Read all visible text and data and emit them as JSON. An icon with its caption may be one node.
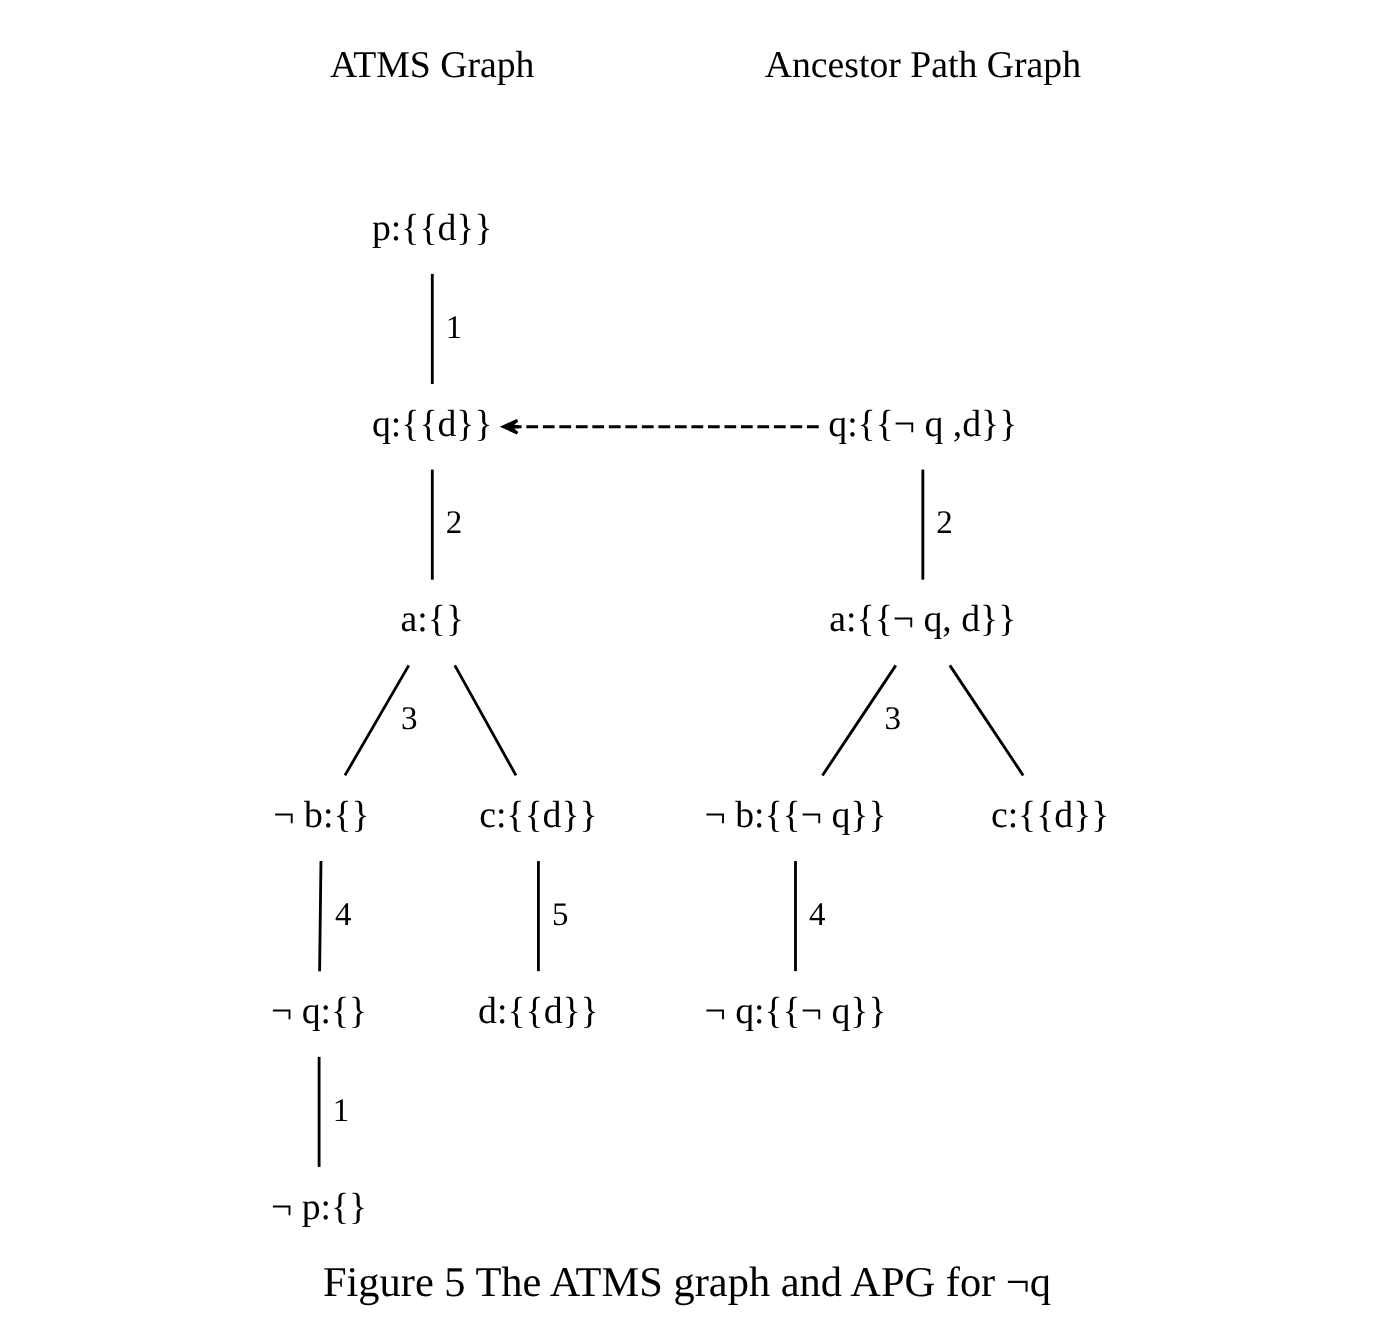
{
  "diagram": {
    "caption": "Figure 5 The ATMS graph and APG for ¬q",
    "nodes": [
      {
        "text": [
          "p:{{d}}"
        ]
      },
      {
        "text": [
          "q:{{d}}"
        ]
      },
      {
        "text": [
          "a:{}"
        ]
      },
      {
        "text": [
          "¬ b:{}"
        ]
      },
      {
        "text": [
          "c:{{d}}"
        ]
      },
      {
        "text": [
          "¬ q:{}"
        ]
      },
      {
        "text": [
          "d:{{d}}"
        ]
      },
      {
        "text": [
          "¬ p:{}"
        ]
      },
      {
        "text": [
          "q:{{¬ q ,d}}"
        ]
      },
      {
        "text": [
          "a:{{¬ q, d}}"
        ]
      },
      {
        "text": [
          "¬ b:{{¬ q}}"
        ]
      },
      {
        "text": [
          "c:{{d}}"
        ]
      },
      {
        "text": [
          "¬ q:{{¬ q}}"
        ]
      }
    ],
    "edges": [
      {
        "from": 0,
        "to": 1,
        "arrow": "none",
        "label": "1"
      },
      {
        "from": 1,
        "to": 2,
        "arrow": "none",
        "label": "2"
      },
      {
        "from": 2,
        "to": 3,
        "arrow": "none",
        "label": "3"
      },
      {
        "from": 2,
        "to": 4,
        "arrow": "none"
      },
      {
        "from": 3,
        "to": 5,
        "arrow": "none",
        "label": "4"
      },
      {
        "from": 4,
        "to": 6,
        "arrow": "none",
        "label": "5"
      },
      {
        "from": 5,
        "to": 7,
        "arrow": "none",
        "label": "1"
      },
      {
        "from": 8,
        "to": 1,
        "arrow": "to",
        "style": "dashed"
      },
      {
        "from": 8,
        "to": 9,
        "arrow": "none",
        "label": "2"
      },
      {
        "from": 9,
        "to": 10,
        "arrow": "none",
        "label": "3"
      },
      {
        "from": 9,
        "to": 11,
        "arrow": "none"
      },
      {
        "from": 10,
        "to": 12,
        "arrow": "none",
        "label": "4"
      }
    ],
    "labels": [
      "ATMS Graph",
      "Ancestor Path Graph"
    ]
  }
}
